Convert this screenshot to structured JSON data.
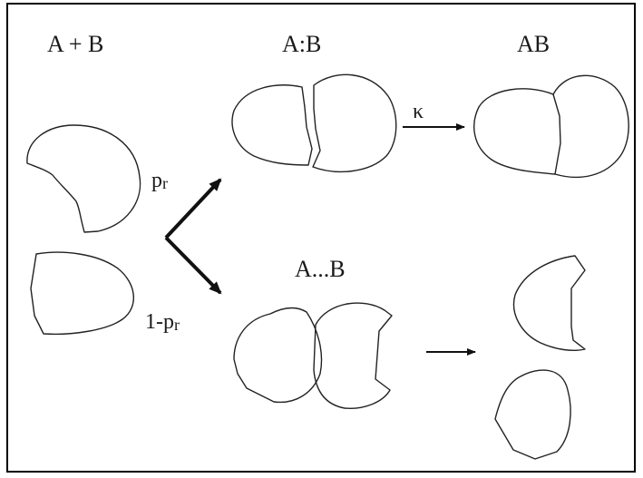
{
  "labels": {
    "reactants": "A + B",
    "bound_complex": "A:B",
    "product": "AB",
    "encounter_complex": "A...B",
    "rate_constant": "κ",
    "prob_bind_main": "p",
    "prob_bind_sub": "r",
    "prob_unbind_main": "1-p",
    "prob_unbind_sub": "r"
  },
  "colors": {
    "frame": "#000000",
    "stroke": "#222222",
    "text": "#1a1a1a"
  }
}
